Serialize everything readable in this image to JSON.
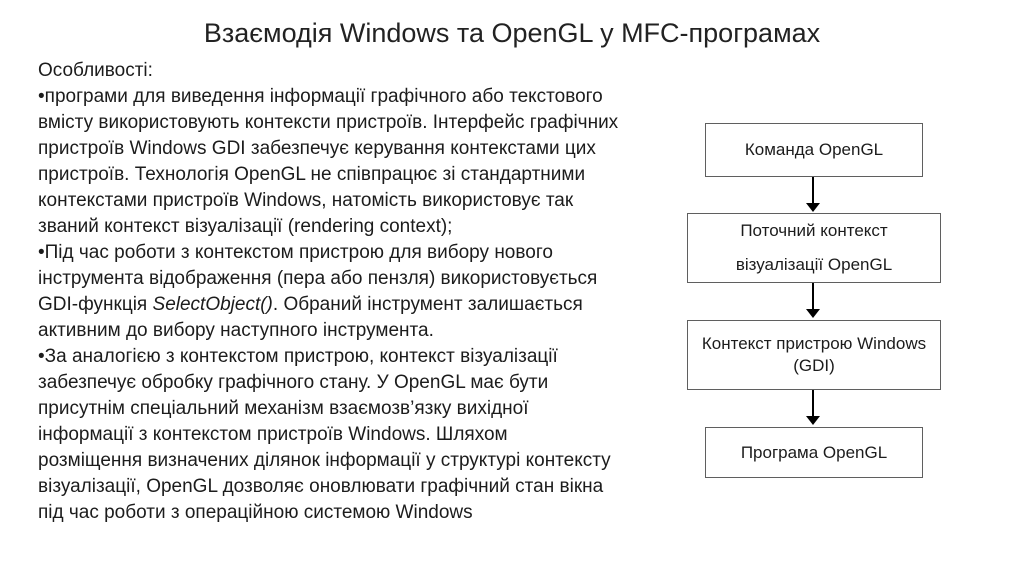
{
  "slide": {
    "title": "Взаємодія Windows та OpenGL у MFC-програмах"
  },
  "left_text": {
    "heading": "Особливості:",
    "runs": [
      {
        "text": "•програми для виведення інформації графічного або текстового\nвмісту використовують контексти пристроїв. Інтерфейс графічних\nпристроїв Windows GDI забезпечує керування контекстами цих\nпристроїв. Технологія OpenGL не співпрацює зі стандартними\nконтекстами пристроїв Windows, натомість використовує так\nзваний контекст візуалізації (rendering context);\n•Під час роботи з контекстом пристрою для вибору нового\nінструмента відображення (пера або пензля) використовується\nGDI-функція ",
        "italic": false
      },
      {
        "text": "SelectObject()",
        "italic": true
      },
      {
        "text": ". Обраний інструмент залишається\nактивним до вибору наступного інструмента.\n•За аналогією з контекстом пристрою, контекст візуалізації\nзабезпечує обробку графічного стану. У OpenGL має бути\nприсутнім спеціальний механізм взаємозв’язку вихідної\nінформації з контекстом пристроїв Windows. Шляхом\nрозміщення визначених ділянок інформації у структурі контексту\nвізуалізації, OpenGL дозволяє оновлювати графічний стан вікна\nпід час роботи з операційною системою Windows",
        "italic": false
      }
    ]
  },
  "diagram": {
    "boxes": [
      {
        "lines": [
          "Команда OpenGL"
        ]
      },
      {
        "lines": [
          "Поточний контекст",
          "візуалізації OpenGL"
        ]
      },
      {
        "lines": [
          "Контекст пристрою Windows",
          "(GDI)"
        ]
      },
      {
        "lines": [
          "Програма OpenGL"
        ]
      }
    ]
  },
  "colors": {
    "box_border": "#5f5f5f",
    "arrow": "#000000",
    "text": "#1c1c1c"
  }
}
